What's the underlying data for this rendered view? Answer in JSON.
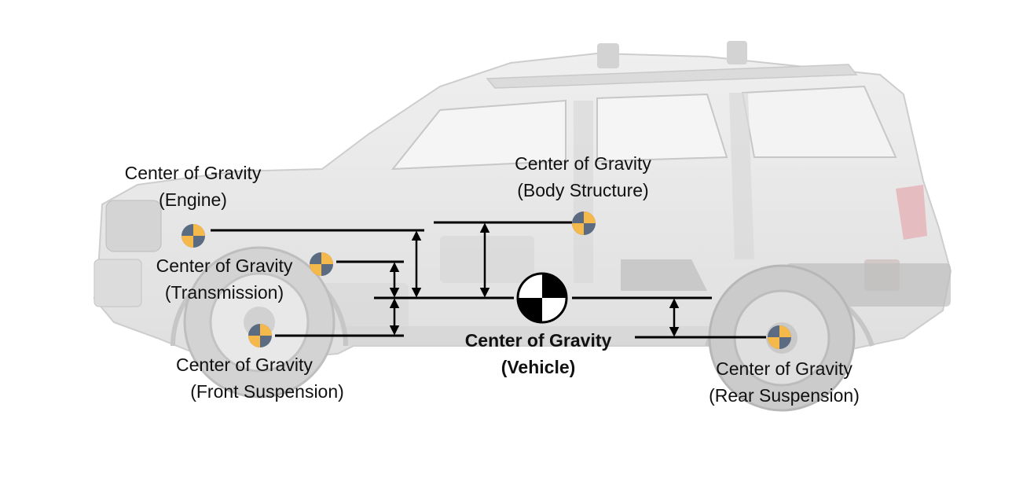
{
  "labels": {
    "engine": {
      "line1": "Center of Gravity",
      "line2": "(Engine)"
    },
    "body_structure": {
      "line1": "Center of Gravity",
      "line2": "(Body Structure)"
    },
    "transmission": {
      "line1": "Center of Gravity",
      "line2": "(Transmission)"
    },
    "front_suspension": {
      "line1": "Center of Gravity",
      "line2": "(Front Suspension)"
    },
    "vehicle": {
      "line1": "Center of Gravity",
      "line2": "(Vehicle)"
    },
    "rear_suspension": {
      "line1": "Center of Gravity",
      "line2": "(Rear Suspension)"
    }
  },
  "colors": {
    "cg_marker_gold": "#f5b84a",
    "cg_marker_slate": "#5b6b82",
    "vehicle_marker_black": "#000000",
    "reference_line": "#000000",
    "car_ghost": "#cfcfcf"
  },
  "icons": {
    "component_cg": "cg-marker-icon",
    "vehicle_cg": "vehicle-cg-marker-icon",
    "dimension": "double-arrow-icon"
  }
}
